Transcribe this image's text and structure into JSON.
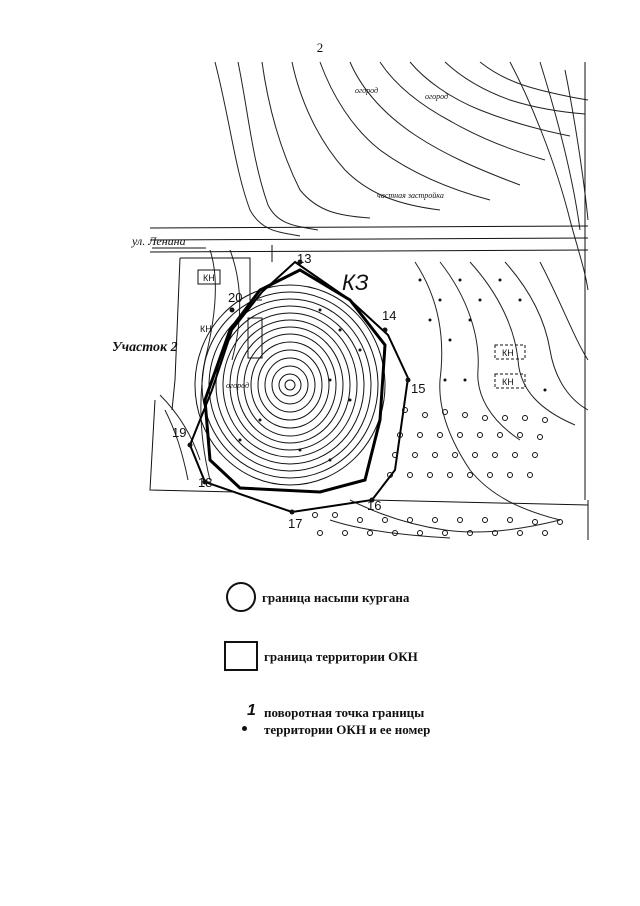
{
  "page_number": "2",
  "map": {
    "street_label": "ул. Ленина",
    "plot_label": "Участок 2",
    "zone_label": "КЗ",
    "annotations": {
      "garden_1": "огород",
      "garden_2": "огород",
      "garden_3": "огород",
      "private_dev": "частная застройка"
    },
    "kn_labels": [
      "КН",
      "КН"
    ],
    "boundary_points": [
      "13",
      "14",
      "15",
      "16",
      "17",
      "18",
      "19",
      "20"
    ],
    "kn_marks": [
      "КН",
      "КН"
    ]
  },
  "legend": {
    "mound_boundary": "граница насыпи кургана",
    "okn_boundary": "граница территории ОКН",
    "turning_point_number": "1",
    "turning_point_line1": "поворотная точка границы",
    "turning_point_line2": "территории ОКН и ее номер"
  }
}
